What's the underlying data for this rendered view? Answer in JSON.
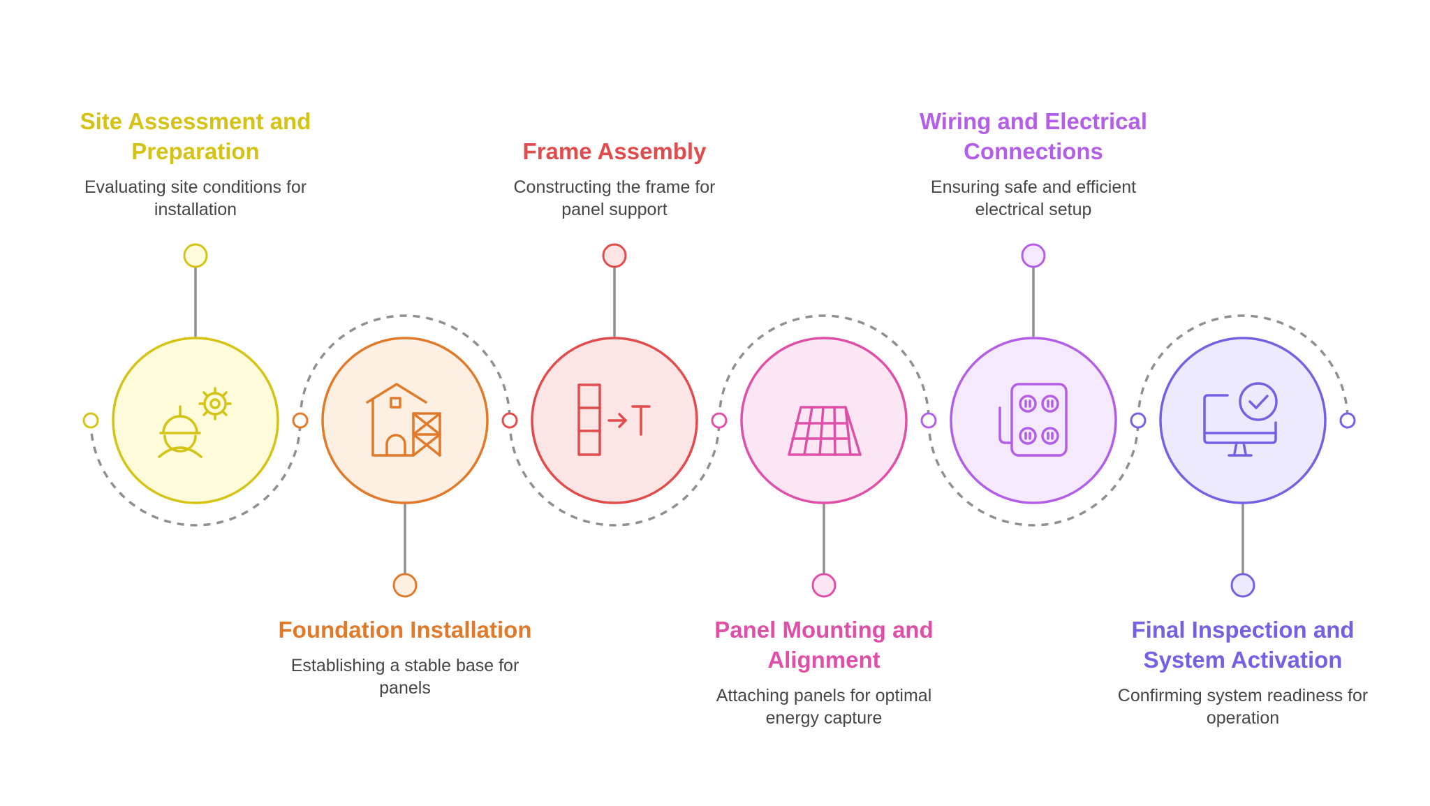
{
  "steps": [
    {
      "title": "Site Assessment and Preparation",
      "description": "Evaluating site conditions for installation",
      "color": "#d4c314",
      "fill": "#fdfbd9",
      "icon": "worker-gear-icon"
    },
    {
      "title": "Foundation Installation",
      "description": "Establishing a stable base for panels",
      "color": "#e07a2a",
      "fill": "#fdefe1",
      "icon": "house-scaffold-icon"
    },
    {
      "title": "Frame Assembly",
      "description": "Constructing the frame for panel support",
      "color": "#e24b4b",
      "fill": "#fde5e5",
      "icon": "frame-assembly-icon"
    },
    {
      "title": "Panel Mounting and Alignment",
      "description": "Attaching panels for optimal energy capture",
      "color": "#e04fa7",
      "fill": "#fce6f4",
      "icon": "solar-panel-icon"
    },
    {
      "title": "Wiring and Electrical Connections",
      "description": "Ensuring safe and efficient electrical setup",
      "color": "#b35ee8",
      "fill": "#f5e9fd",
      "icon": "electrical-outlet-icon"
    },
    {
      "title": "Final Inspection and System Activation",
      "description": "Confirming system readiness for operation",
      "color": "#7560e3",
      "fill": "#edeafd",
      "icon": "monitor-check-icon"
    }
  ]
}
